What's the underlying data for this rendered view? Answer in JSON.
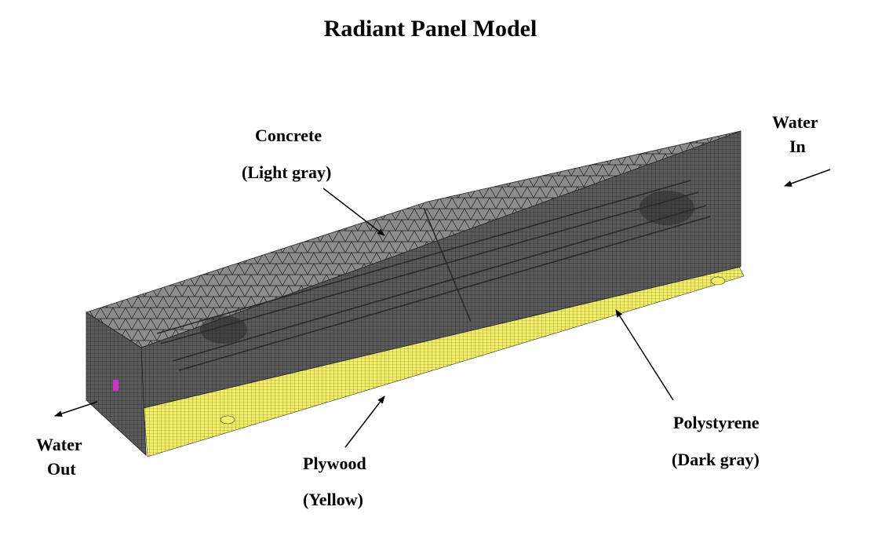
{
  "title": "Radiant Panel Model",
  "labels": {
    "concrete": {
      "name": "Concrete",
      "color_note": "(Light gray)"
    },
    "plywood": {
      "name": "Plywood",
      "color_note": "(Yellow)"
    },
    "polystyrene": {
      "name": "Polystyrene",
      "color_note": "(Dark gray)"
    },
    "water_in": {
      "line1": "Water",
      "line2": "In"
    },
    "water_out": {
      "line1": "Water",
      "line2": "Out"
    }
  },
  "colors": {
    "concrete": "#8c8c8c",
    "polystyrene": "#5a5a5a",
    "plywood": "#f2ee6a",
    "mesh": "#1e1e1e",
    "outlet_marker": "#cc33cc"
  }
}
